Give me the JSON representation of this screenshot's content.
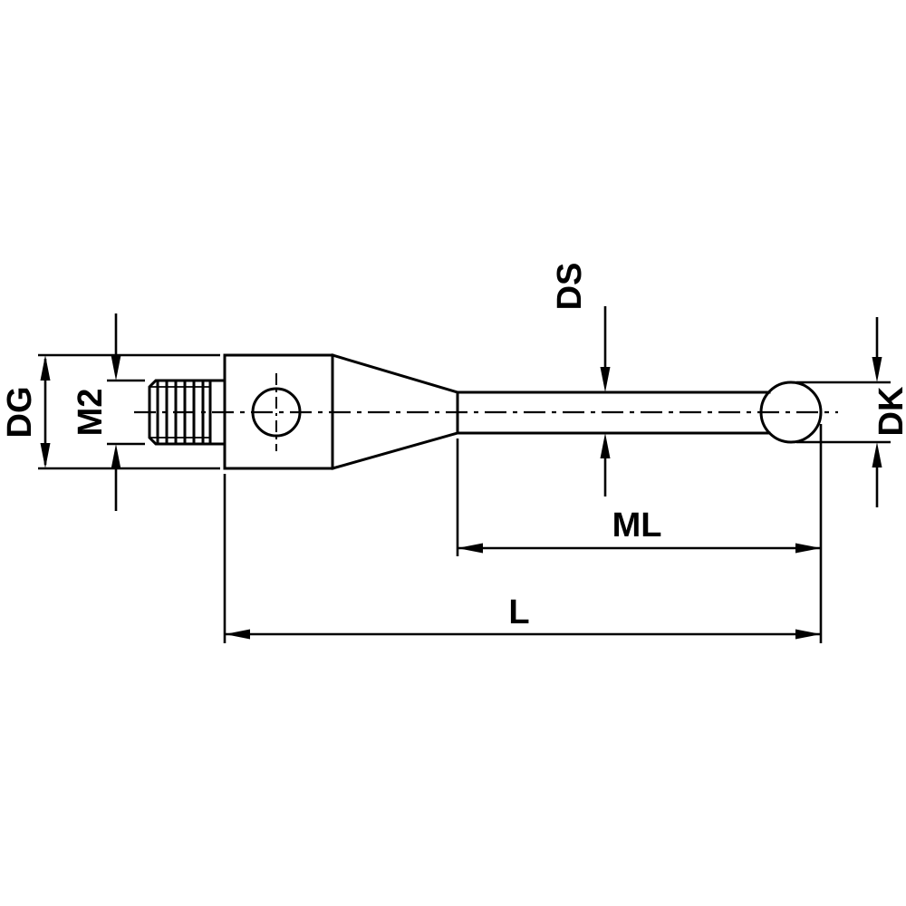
{
  "page": {
    "background": "#ffffff",
    "line_color": "#000000",
    "text_color": "#000000"
  },
  "drawing": {
    "kind": "stylus-technical-drawing",
    "labels": {
      "holder_diameter": "DG",
      "thread": "M2",
      "stem_diameter": "DS",
      "ball_diameter": "DK",
      "measuring_length": "ML",
      "overall_length": "L"
    }
  }
}
